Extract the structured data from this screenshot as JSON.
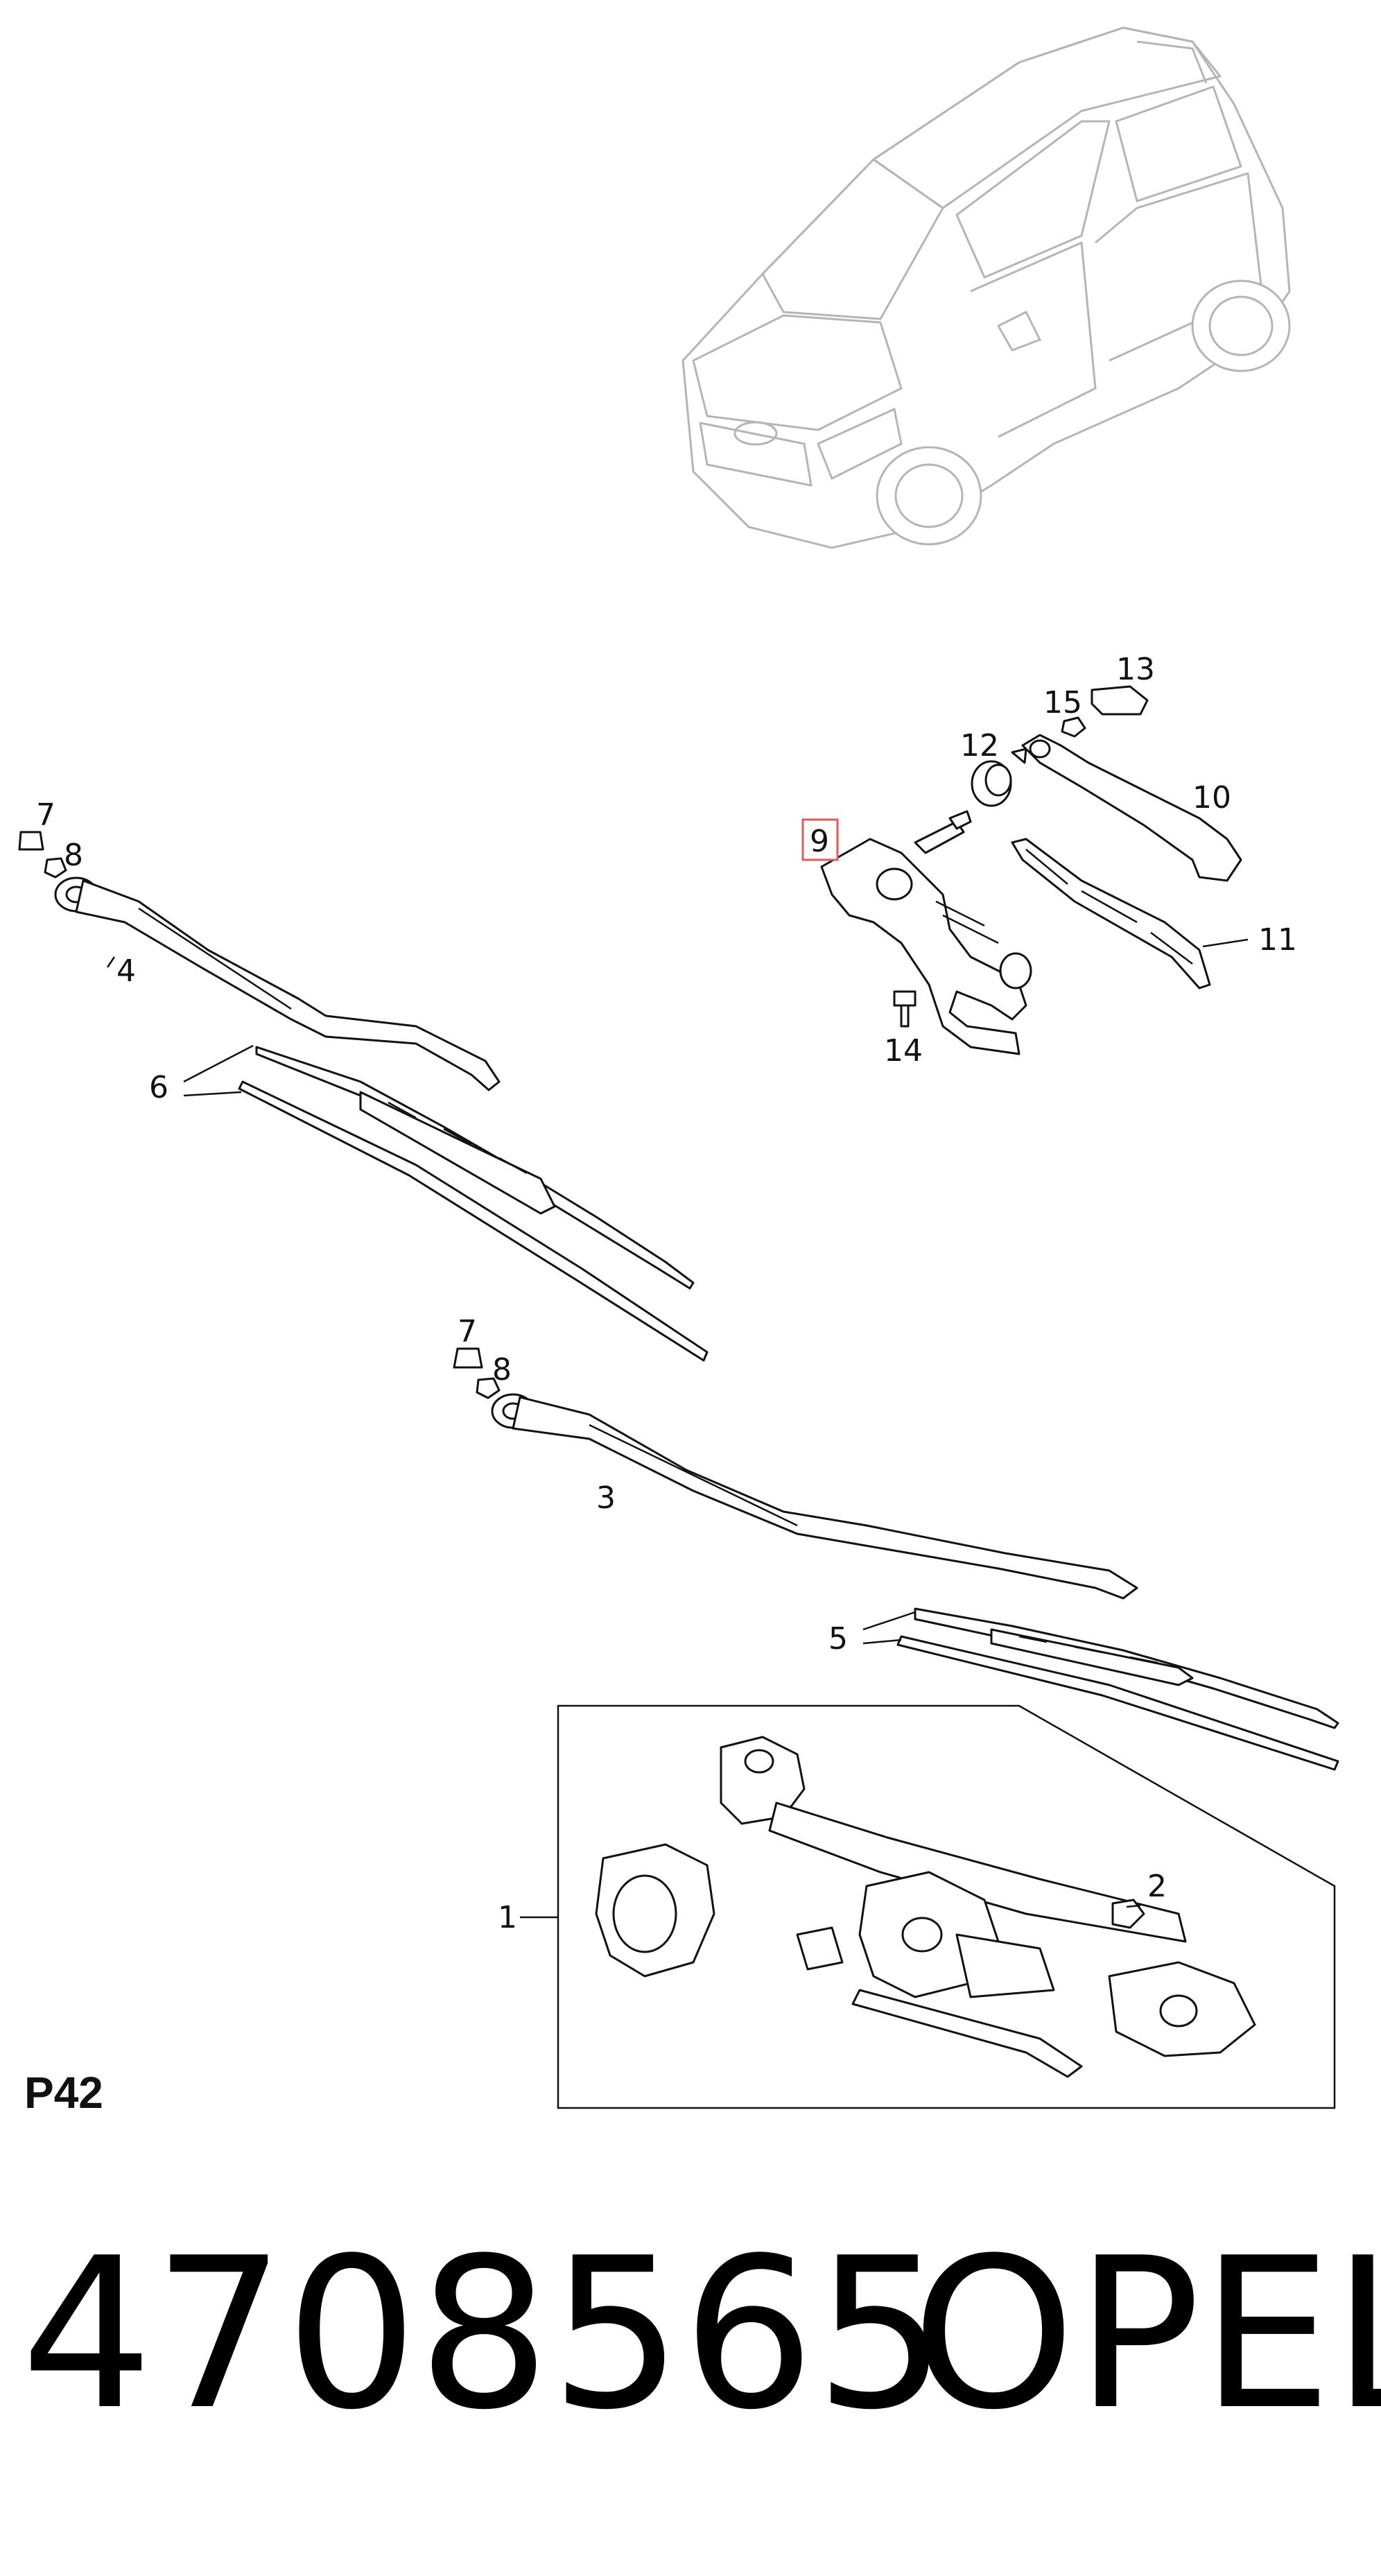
{
  "diagram": {
    "callouts": {
      "c1": "1",
      "c2": "2",
      "c3": "3",
      "c4": "4",
      "c5": "5",
      "c6": "6",
      "c7a": "7",
      "c8a": "8",
      "c7b": "7",
      "c8b": "8",
      "c9": "9",
      "c10": "10",
      "c11": "11",
      "c12": "12",
      "c13": "13",
      "c14": "14",
      "c15": "15"
    },
    "highlight_color": "#e05a5a",
    "page_ref": "P42"
  },
  "footer": {
    "part_number": "4708565",
    "brand": "OPEL"
  }
}
